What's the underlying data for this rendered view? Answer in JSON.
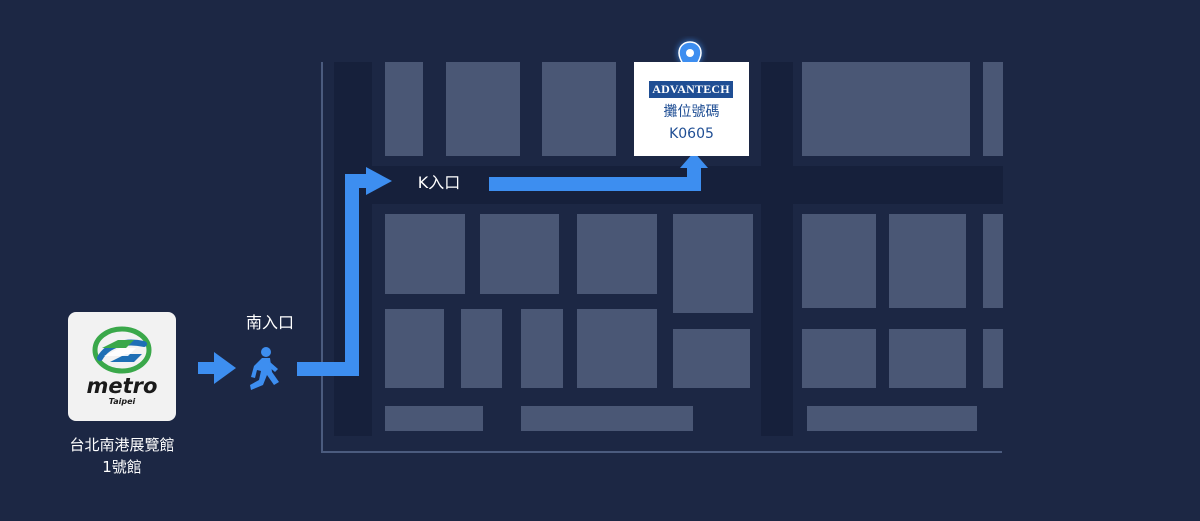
{
  "station": {
    "logo_word": "metro",
    "logo_sub": "Taipei",
    "name_line1": "台北南港展覽館",
    "name_line2": "1號館"
  },
  "entrances": {
    "south": "南入口",
    "k": "K入口"
  },
  "booth": {
    "brand": "ADVANTECH",
    "label": "攤位號碼",
    "number": "K0605"
  },
  "icons": {
    "station": "metro-logo-icon",
    "walk": "walking-person-icon",
    "pin": "location-pin-icon",
    "route": "route-arrow-icon"
  },
  "colors": {
    "background": "#1c2744",
    "aisle": "#16203b",
    "block": "#4a5775",
    "route": "#3d8ef0",
    "brand": "#1f4e94",
    "metro_green": "#3aa84a",
    "metro_blue": "#1e6fb5"
  }
}
